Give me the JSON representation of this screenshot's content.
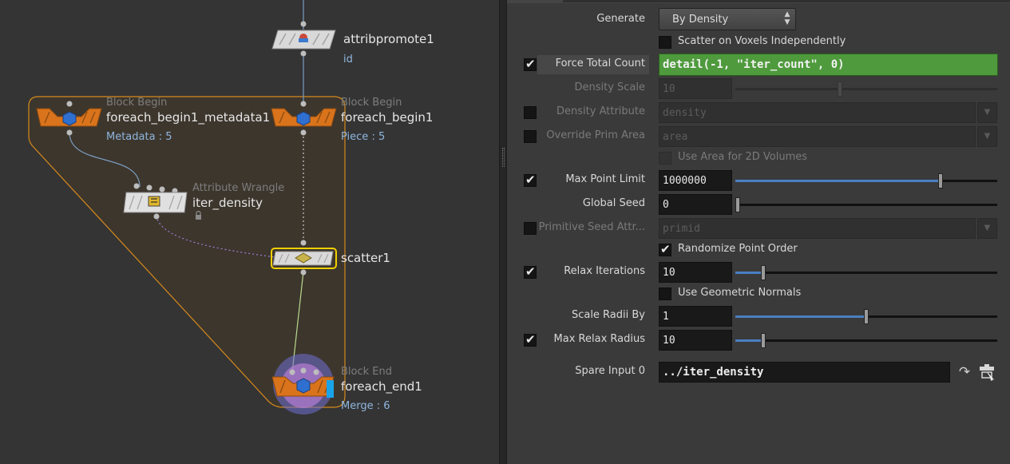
{
  "network": {
    "nodes": {
      "attribpromote": {
        "name": "attribpromote1",
        "sub": "id"
      },
      "metadata": {
        "type": "Block Begin",
        "name": "foreach_begin1_metadata1",
        "sub": "Metadata : 5"
      },
      "begin": {
        "type": "Block Begin",
        "name": "foreach_begin1",
        "sub": "Piece : 5"
      },
      "wrangle": {
        "type": "Attribute Wrangle",
        "name": "iter_density"
      },
      "scatter": {
        "name": "scatter1"
      },
      "end": {
        "type": "Block End",
        "name": "foreach_end1",
        "sub": "Merge : 6"
      }
    },
    "colors": {
      "block_outline": "#d68a1c",
      "block_fill": "#3d362d",
      "wire": "#7a9cc0",
      "selected": "#f2d000",
      "node_orange": "#d9731c",
      "end_ring": "#6f6fd6"
    }
  },
  "params": {
    "generate": {
      "label": "Generate",
      "value": "By Density"
    },
    "scatter_voxels": {
      "label": "Scatter on Voxels Independently"
    },
    "force_total": {
      "label": "Force Total Count",
      "value": "detail(-1, \"iter_count\", 0)",
      "checked": true
    },
    "density_scale": {
      "label": "Density Scale",
      "value": "10"
    },
    "density_attr": {
      "label": "Density Attribute",
      "value": "density"
    },
    "override_prim": {
      "label": "Override Prim Area",
      "value": "area"
    },
    "use_area_2d": {
      "label": "Use Area for 2D Volumes"
    },
    "max_point_limit": {
      "label": "Max Point Limit",
      "value": "1000000",
      "checked": true,
      "slider": 0.79
    },
    "global_seed": {
      "label": "Global Seed",
      "value": "0",
      "slider": 0.0
    },
    "prim_seed": {
      "label": "Primitive Seed Attr...",
      "value": "primid"
    },
    "randomize": {
      "label": "Randomize Point Order",
      "checked": true
    },
    "relax_iter": {
      "label": "Relax Iterations",
      "value": "10",
      "checked": true,
      "slider": 0.1
    },
    "geom_normals": {
      "label": "Use Geometric Normals"
    },
    "scale_radii": {
      "label": "Scale Radii By",
      "value": "1",
      "slider": 0.5
    },
    "max_relax": {
      "label": "Max Relax Radius",
      "value": "10",
      "checked": true,
      "slider": 0.1
    },
    "spare_input": {
      "label": "Spare Input 0",
      "value": "../iter_density"
    },
    "colors": {
      "expression_green": "#4e9a3c",
      "slider_blue": "#4a7fc1"
    }
  }
}
